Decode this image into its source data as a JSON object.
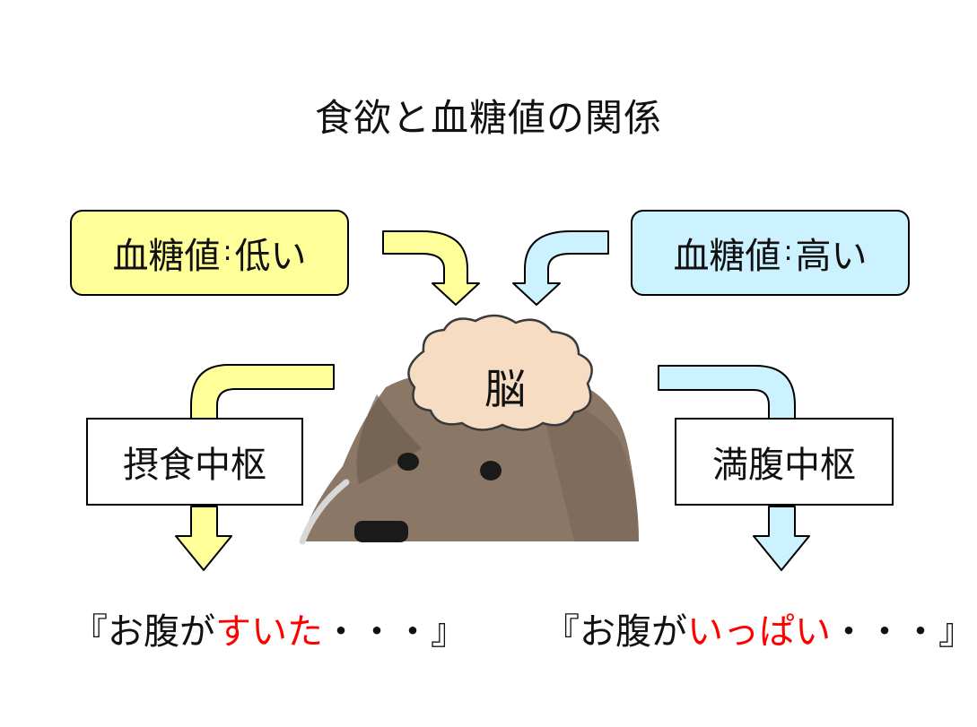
{
  "title": "食欲と血糖値の関係",
  "low_box": {
    "label": "血糖値",
    "separator": ":",
    "value": "低い"
  },
  "high_box": {
    "label": "血糖値",
    "separator": ":",
    "value": "高い"
  },
  "brain": {
    "label": "脳"
  },
  "feeding_center": {
    "label": "摂食中枢"
  },
  "satiety_center": {
    "label": "満腹中枢"
  },
  "hungry_quote": {
    "open": "『お腹が",
    "emphasis": "すいた",
    "close": "・・・』"
  },
  "full_quote": {
    "open": "『お腹が",
    "emphasis": "いっぱい",
    "close": "・・・』"
  },
  "colors": {
    "low_fill": "#ffff99",
    "high_fill": "#ccf2ff",
    "emphasis_text": "#ff0000",
    "dog_fur": "#8a7766",
    "brain_fill": "#f5dcc2"
  },
  "icons": {
    "dog": "dog-head-illustration",
    "brain": "brain-cloud-shape"
  }
}
